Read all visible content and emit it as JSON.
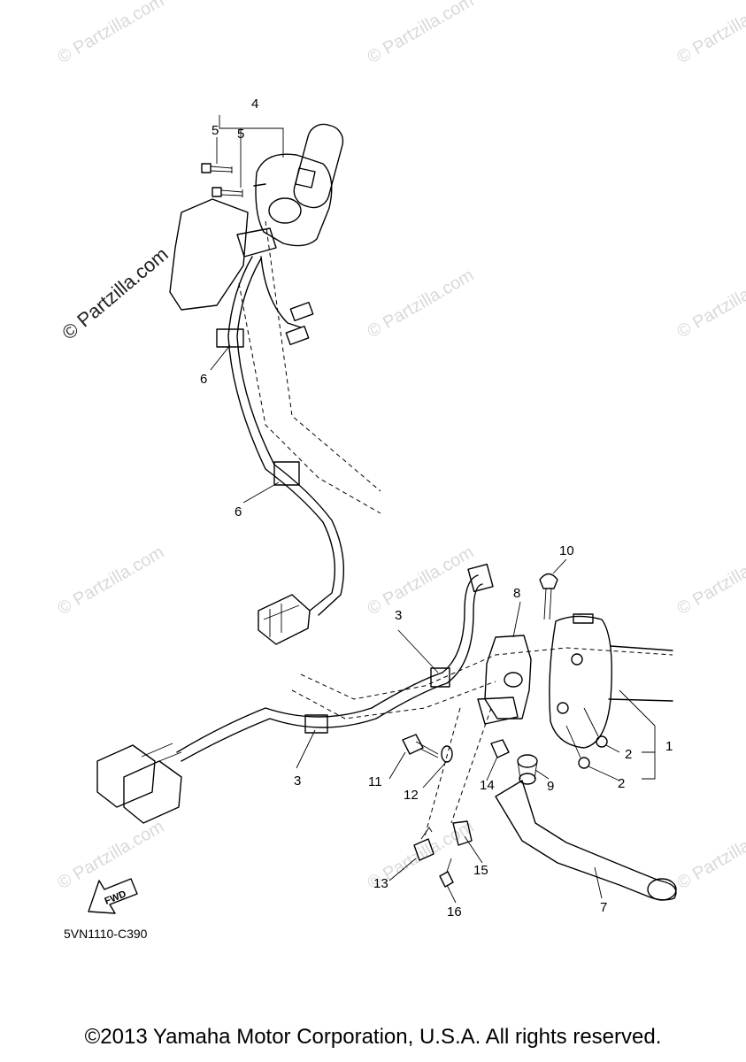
{
  "diagram": {
    "part_code": "5VN1110-C390",
    "fwd_label": "FWD",
    "watermark": "© Partzilla.com",
    "callouts": [
      "1",
      "2",
      "2",
      "3",
      "3",
      "4",
      "5",
      "5",
      "6",
      "6",
      "7",
      "8",
      "9",
      "10",
      "11",
      "12",
      "13",
      "14",
      "15",
      "16"
    ]
  },
  "footer": {
    "copyright": "©2013 Yamaha Motor Corporation, U.S.A. All rights reserved."
  }
}
